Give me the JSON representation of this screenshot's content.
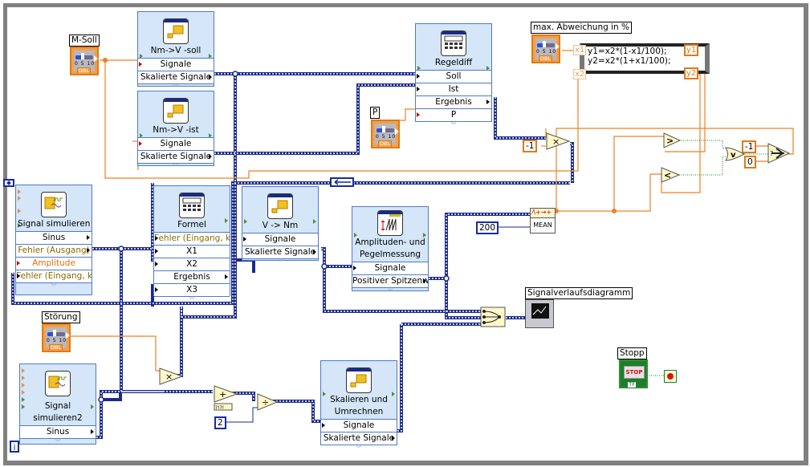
{
  "diagram": {
    "type": "LabVIEW block diagram (while loop)",
    "controls": {
      "m_soll": {
        "label": "M-Soll",
        "type": "DBL"
      },
      "p": {
        "label": "P",
        "type": "DBL"
      },
      "max_abweichung": {
        "label": "max. Abweichung in %",
        "type": "DBL"
      },
      "stoerung": {
        "label": "Störung",
        "type": "DBL"
      },
      "stopp": {
        "label": "Stopp",
        "type": "TF",
        "button_text": "STOP"
      }
    },
    "indicators": {
      "signalverlaufsdiagramm": {
        "label": "Signalverlaufsdiagramm"
      }
    },
    "express_vis": {
      "nm_v_soll": {
        "title": "Nm->V -soll",
        "rows": [
          "Signale",
          "Skalierte Signale"
        ]
      },
      "nm_v_ist": {
        "title": "Nm->V -ist",
        "rows": [
          "Signale",
          "Skalierte Signale"
        ]
      },
      "regeldiff": {
        "title": "Regeldiff",
        "rows": [
          "Soll",
          "Ist",
          "Ergebnis",
          "P"
        ]
      },
      "signal_simulieren": {
        "title": "Signal simulieren",
        "rows": [
          "Sinus",
          "Fehler (Ausgang)",
          "Amplitude",
          "Fehler (Eingang, k"
        ]
      },
      "formel": {
        "title": "Formel",
        "rows": [
          "Fehler (Eingang, k",
          "X1",
          "X2",
          "Ergebnis",
          "X3"
        ]
      },
      "v_nm": {
        "title": "V -> Nm",
        "rows": [
          "Signale",
          "Skalierte Signale"
        ]
      },
      "amplituden": {
        "title_line1": "Amplituden- und",
        "title_line2": "Pegelmessung",
        "rows": [
          "Signale",
          "Positiver Spitzenw"
        ]
      },
      "signal_simulieren2": {
        "title_line1": "Signal",
        "title_line2": "simulieren2",
        "rows": [
          "Sinus"
        ]
      },
      "skalieren": {
        "title_line1": "Skalieren und",
        "title_line2": "Umrechnen",
        "rows": [
          "Signale",
          "Skalierte Signale"
        ]
      }
    },
    "formula_node": {
      "line1": "y1=x2*(1-x1/100);",
      "line2": "y2=x2*(1+x1/100);",
      "inputs": [
        "x1",
        "x2"
      ],
      "outputs": [
        "y1",
        "y2"
      ]
    },
    "constants": {
      "neg_one_a": "-1",
      "neg_one_b": "-1",
      "zero": "0",
      "two_hundred": "200",
      "two": "2"
    },
    "primitives": {
      "multiply": "×",
      "add": "+",
      "divide": "÷",
      "greater": ">",
      "less": "<",
      "or": "v",
      "mean_label": "MEAN",
      "select": "?"
    },
    "loop": {
      "iteration_terminal": "i"
    },
    "colors": {
      "dbl_wire": "#f08020",
      "waveform_wire": "#1a2a8a",
      "bool_wire": "#1e7e2a",
      "express_bg": "#d4e6f7",
      "express_border": "#4f7ac8"
    }
  }
}
